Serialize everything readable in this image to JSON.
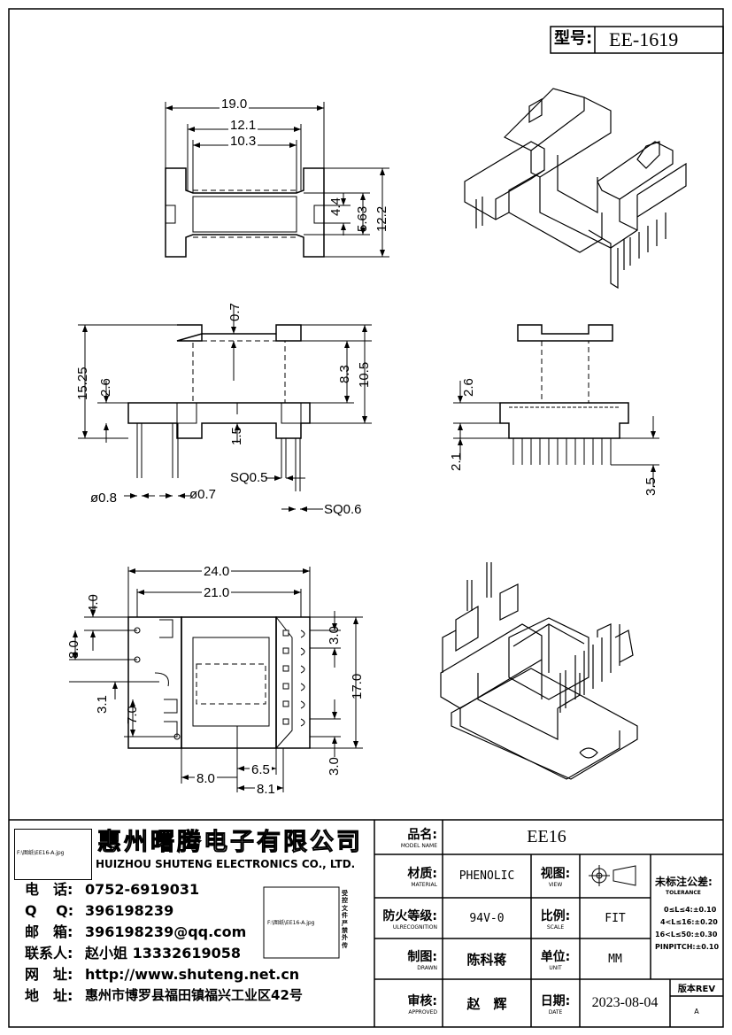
{
  "header": {
    "model_label": "型号:",
    "model_value": "EE-1619"
  },
  "dims_top": {
    "w19": "19.0",
    "w12_1": "12.1",
    "w10_3": "10.3",
    "h4_4": "4.4",
    "h5_63": "5.63",
    "h12_2": "12.2"
  },
  "dims_front": {
    "h0_7": "0.7",
    "h15_25": "15.25",
    "h2_6": "2.6",
    "h8_3": "8.3",
    "h10_5": "10.5",
    "h1_5": "1.5",
    "sq05": "SQ0.5",
    "d08": "ø0.8",
    "d07": "ø0.7",
    "sq06": "SQ0.6"
  },
  "dims_side": {
    "h2_6": "2.6",
    "h2_1": "2.1",
    "h3_5": "3.5"
  },
  "dims_bottom": {
    "w24": "24.0",
    "w21": "21.0",
    "h4_0": "4.0",
    "h8_0": "8.0",
    "h3_1": "3.1",
    "h7_0": "7.0",
    "h3_0a": "3.0",
    "h17_0": "17.0",
    "h3_0b": "3.0",
    "w8_0": "8.0",
    "w6_5": "6.5",
    "w8_1": "8.1"
  },
  "company": {
    "qr_caption": "F:\\图纸\\EE16-A.jpg",
    "name_cn": "惠州曙腾电子有限公司",
    "name_en": "HUIZHOU SHUTENG ELECTRONICS CO., LTD.",
    "contacts": [
      {
        "label": "电　话:",
        "value": "0752-6919031"
      },
      {
        "label": "Q　 Q:",
        "value": "396198239"
      },
      {
        "label": "邮　箱:",
        "value": "396198239@qq.com"
      },
      {
        "label": "联系人:",
        "value": "赵小姐 13332619058"
      },
      {
        "label": "网　址:",
        "value": "http://www.shuteng.net.cn"
      },
      {
        "label": "地　址:",
        "value": "惠州市博罗县福田镇福兴工业区42号"
      }
    ],
    "stamp_caption": "F:\\图纸\\EE16-A.jpg",
    "stamp_side": "受控文件 严禁外传"
  },
  "title_block": {
    "name_label": "品名:",
    "name_label_en": "MODEL NAME",
    "name_value": "EE16",
    "material_label": "材质:",
    "material_label_en": "MATERIAL",
    "material_value": "PHENOLIC",
    "view_label": "视图:",
    "view_label_en": "VIEW",
    "fire_label": "防火等级:",
    "fire_label_en": "ULRECOGNITION",
    "fire_value": "94V-0",
    "scale_label": "比例:",
    "scale_label_en": "SCALE",
    "scale_value": "FIT",
    "drawn_label": "制图:",
    "drawn_label_en": "DRAWN",
    "drawn_value": "陈科蒋",
    "unit_label": "单位:",
    "unit_label_en": "UNIT",
    "unit_value": "MM",
    "approved_label": "审核:",
    "approved_label_en": "APPROVED",
    "approved_value": "赵　辉",
    "date_label": "日期:",
    "date_label_en": "DATE",
    "date_value": "2023-08-04",
    "tolerance_title": "未标注公差:",
    "tolerance_title_en": "TOLERANCE",
    "tolerances": [
      "0≤L≤4:±0.10",
      "4<L≤16:±0.20",
      "16<L≤50:±0.30",
      "PINPITCH:±0.10"
    ],
    "rev_label": "版本REV",
    "rev_value": "A"
  }
}
